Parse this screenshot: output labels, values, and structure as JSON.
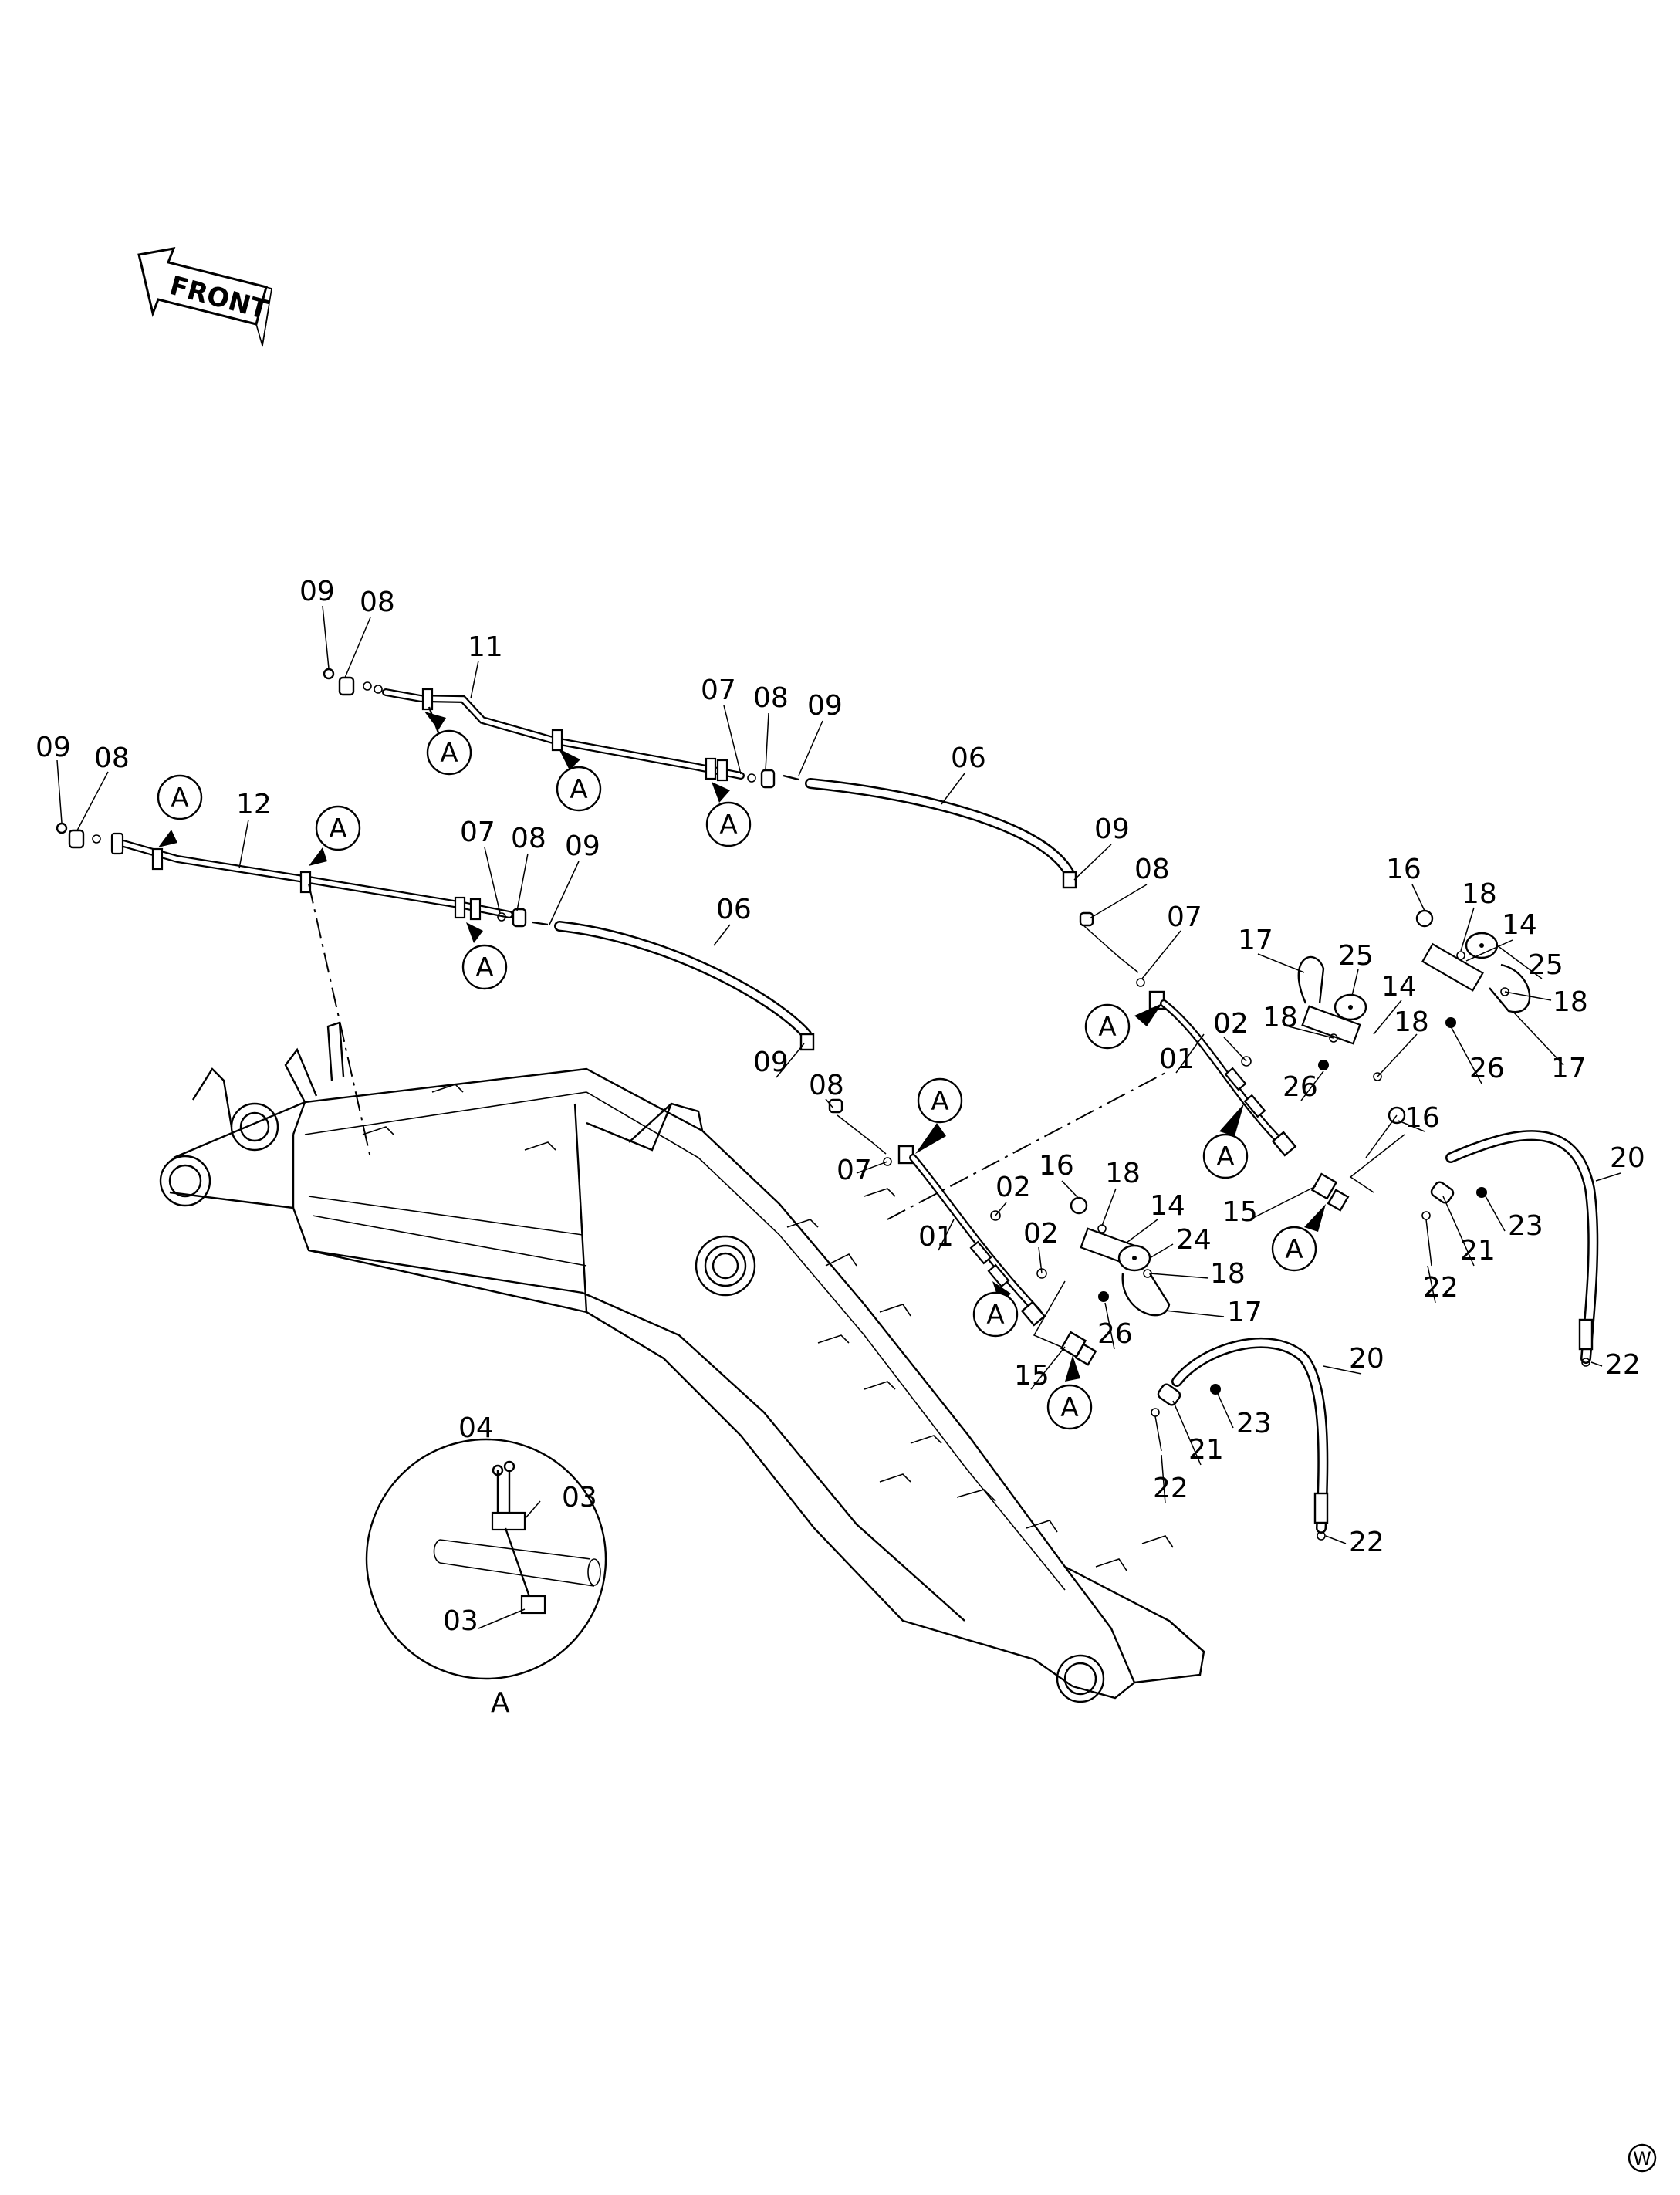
{
  "orientation": {
    "label": "FRONT"
  },
  "detail_view": {
    "caption": "A",
    "labels": {
      "bolt_a": "04",
      "clamp_top": "03",
      "clamp_bottom": "03"
    }
  },
  "callout_letter": "A",
  "watermark_letter": "W",
  "part_labels": {
    "p01": "09",
    "p02": "08",
    "p03": "11",
    "p04": "09",
    "p05": "08",
    "p06": "12",
    "p07": "07",
    "p08": "08",
    "p09": "09",
    "p10": "07",
    "p11": "08",
    "p12": "09",
    "p13": "06",
    "p14": "06",
    "p15": "09",
    "p16": "08",
    "p17": "07",
    "p18": "09",
    "p19": "08",
    "p20": "07",
    "p21": "02",
    "p22": "01",
    "p23": "02",
    "p24": "02",
    "p25": "01",
    "p26": "16",
    "p27": "18",
    "p28": "14",
    "p29": "24",
    "p30": "18",
    "p31": "17",
    "p32": "26",
    "p33": "15",
    "p34": "17",
    "p35": "25",
    "p36": "18",
    "p37": "14",
    "p38": "18",
    "p39": "26",
    "p40": "16",
    "p41": "15",
    "p42": "16",
    "p43": "18",
    "p44": "14",
    "p45": "25",
    "p46": "18",
    "p47": "26",
    "p48": "17",
    "p49": "20",
    "p50": "21",
    "p51": "22",
    "p52": "23",
    "p53": "22",
    "p54": "20",
    "p55": "21",
    "p56": "22",
    "p57": "23",
    "p58": "22"
  }
}
